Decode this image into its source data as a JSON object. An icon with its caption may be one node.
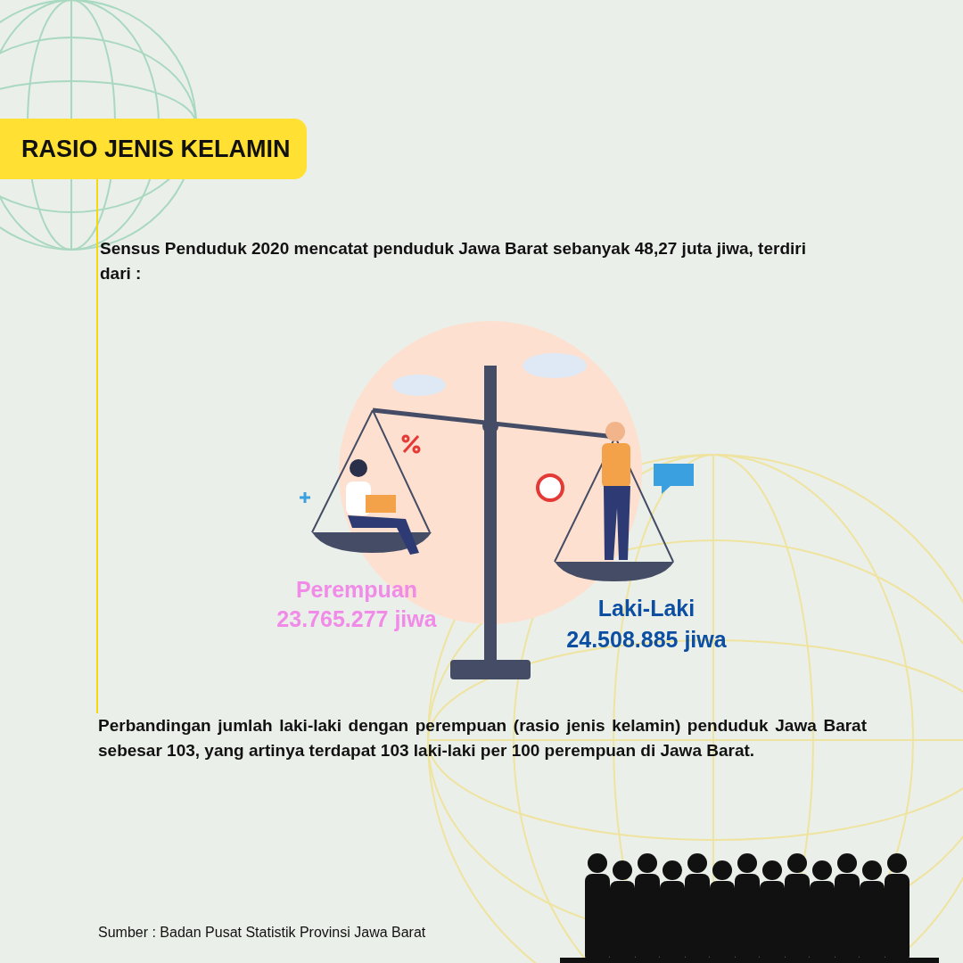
{
  "diagram": {
    "title": "RASIO JENIS KELAMIN",
    "labels": [
      "Sensus Penduduk 2020 mencatat penduduk Jawa Barat sebanyak 48,27 juta jiwa, terdiri dari :",
      "Perempuan",
      "23.765.277 jiwa",
      "Laki-Laki",
      "24.508.885 jiwa",
      "Perbandingan jumlah laki-laki dengan perempuan (rasio jenis kelamin) penduduk Jawa Barat sebesar 103, yang artinya terdapat 103 laki-laki per 100 perempuan di Jawa Barat.",
      "Sumber : Badan Pusat Statistik Provinsi Jawa Barat"
    ]
  }
}
